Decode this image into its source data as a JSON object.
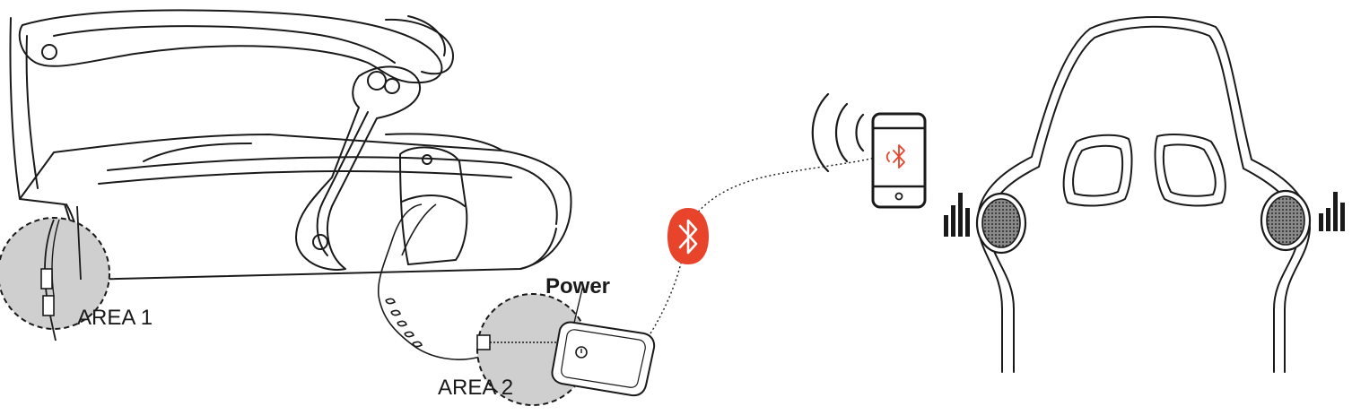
{
  "labels": {
    "area1": "AREA 1",
    "area2": "AREA 2",
    "power": "Power"
  },
  "icons": {
    "bluetooth_badge": "bluetooth-icon",
    "phone": "smartphone-icon",
    "wireless_signal": "wireless-signal-icon",
    "sound_levels": "sound-level-icon"
  },
  "colors": {
    "line": "#1a1a1a",
    "area_fill": "#cfcfcf",
    "bluetooth_red": "#e8432b",
    "speaker": "#555555"
  }
}
